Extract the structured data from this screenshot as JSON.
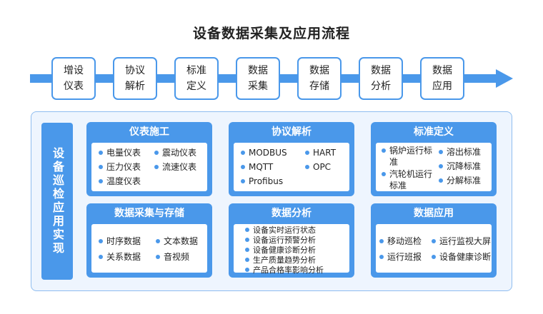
{
  "title": "设备数据采集及应用流程",
  "colors": {
    "primary": "#4a98ea",
    "panel_bg": "#eef5fe",
    "panel_border": "#8fbdf0"
  },
  "flow_steps": [
    {
      "line1": "增设",
      "line2": "仪表"
    },
    {
      "line1": "协议",
      "line2": "解析"
    },
    {
      "line1": "标准",
      "line2": "定义"
    },
    {
      "line1": "数据",
      "line2": "采集"
    },
    {
      "line1": "数据",
      "line2": "存储"
    },
    {
      "line1": "数据",
      "line2": "分析"
    },
    {
      "line1": "数据",
      "line2": "应用"
    }
  ],
  "side_label": "设备巡检应用实现",
  "cards": {
    "instrument": {
      "title": "仪表施工",
      "items": [
        "电量仪表",
        "震动仪表",
        "压力仪表",
        "流速仪表",
        "温度仪表"
      ]
    },
    "protocol": {
      "title": "协议解析",
      "items": [
        "MODBUS",
        "HART",
        "MQTT",
        "OPC",
        "Profibus"
      ]
    },
    "standard": {
      "title": "标准定义",
      "items": [
        "锅炉运行标准",
        "溶出标准",
        "汽轮机运行标准",
        "沉降标准",
        "分解标准"
      ]
    },
    "collect": {
      "title": "数据采集与存储",
      "items": [
        "时序数据",
        "文本数据",
        "关系数据",
        "音视频"
      ]
    },
    "analysis": {
      "title": "数据分析",
      "items": [
        "设备实时运行状态",
        "设备运行预警分析",
        "设备健康诊断分析",
        "生产质量趋势分析",
        "产品合格率影响分析"
      ]
    },
    "application": {
      "title": "数据应用",
      "items": [
        "移动巡检",
        "运行监视大屏",
        "运行班报",
        "设备健康诊断"
      ]
    }
  }
}
